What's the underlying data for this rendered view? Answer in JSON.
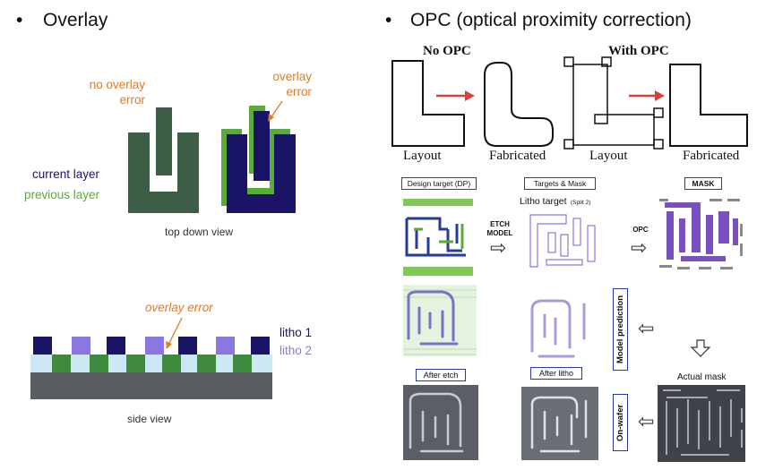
{
  "left": {
    "bullet": "•",
    "title": "Overlay",
    "no_overlay_error": [
      "no overlay",
      "error"
    ],
    "overlay_error": [
      "overlay",
      "error"
    ],
    "current_layer": "current layer",
    "previous_layer": "previous layer",
    "top_down_view": "top down view",
    "overlay_error_side": "overlay error",
    "litho1": "litho 1",
    "litho2": "litho 2",
    "side_view": "side view"
  },
  "right": {
    "bullet": "•",
    "title": "OPC (optical proximity correction)",
    "no_opc": "No OPC",
    "with_opc": "With OPC",
    "layout_1": "Layout",
    "fabricated_1": "Fabricated",
    "layout_2": "Layout",
    "fabricated_2": "Fabricated",
    "design_target": "Design target (DP)",
    "targets_mask": "Targets & Mask",
    "litho_target": "Litho target",
    "split": "(Split 2)",
    "mask": "MASK",
    "etch_model": [
      "ETCH",
      "MODEL"
    ],
    "opc": "OPC",
    "model_prediction": "Model prediction",
    "after_etch": "After etch",
    "after_litho": "After litho",
    "actual_mask": "Actual mask",
    "on_wafer": "On-wafer"
  },
  "colors": {
    "dark_green": "#3d5e45",
    "green": "#5aaa3c",
    "navy": "#1a1466",
    "lilac": "#8a78e0",
    "orange": "#e07a1f",
    "light_blue": "#cde8f5",
    "gray": "#5a5d62",
    "red_arrow": "#d8403a"
  }
}
